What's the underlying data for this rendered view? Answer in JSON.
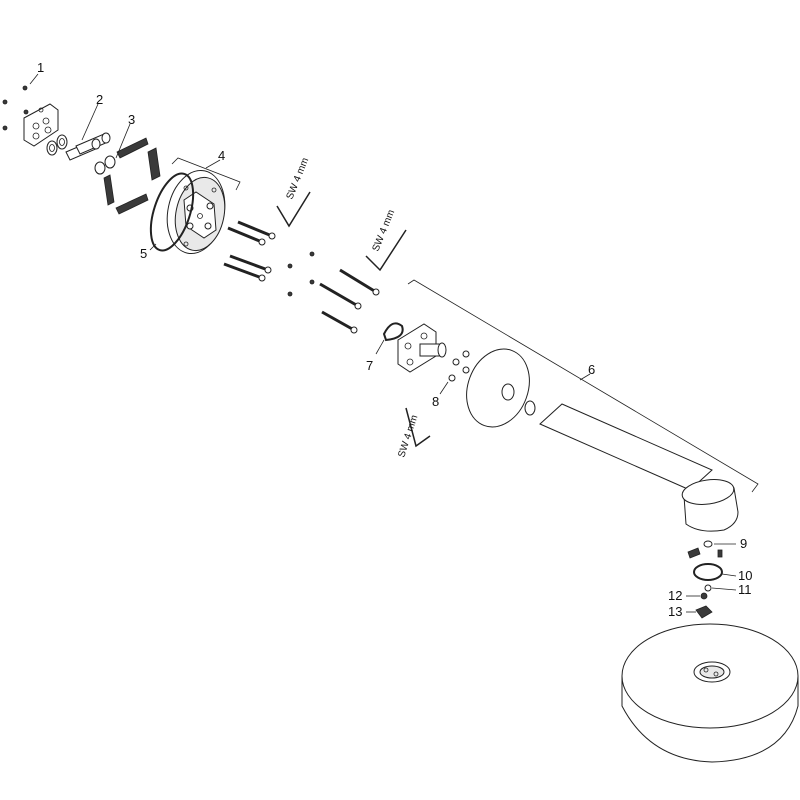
{
  "callouts": {
    "c1": "1",
    "c2": "2",
    "c3": "3",
    "c4": "4",
    "c5": "5",
    "c6": "6",
    "c7": "7",
    "c8": "8",
    "c9": "9",
    "c10": "10",
    "c11": "11",
    "c12": "12",
    "c13": "13"
  },
  "tool_labels": {
    "key_a": "SW 4 mm",
    "key_b": "SW 4 mm",
    "key_c": "SW 4 mm"
  },
  "colors": {
    "line": "#222222",
    "dark_fill": "#3a3a3a",
    "background": "#ffffff"
  }
}
